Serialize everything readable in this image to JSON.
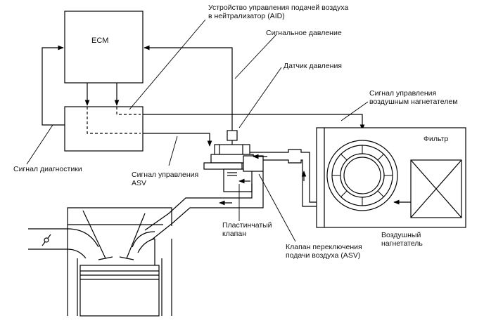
{
  "labels": {
    "ecm": "ECM",
    "aid_line1": "Устройство управления подачей воздуха",
    "aid_line2": "в нейтрализатор (AID)",
    "signal_pressure": "Сигнальное давление",
    "pressure_sensor": "Датчик давления",
    "blower_signal_line1": "Сигнал управления",
    "blower_signal_line2": "воздушным нагнетателем",
    "filter": "Фильтр",
    "diag_signal": "Сигнал диагностики",
    "asv_signal_line1": "Сигнал управления",
    "asv_signal_line2": "ASV",
    "reed_valve_line1": "Пластинчатый",
    "reed_valve_line2": "клапан",
    "blower_line1": "Воздушный",
    "blower_line2": "нагнетатель",
    "asv_line1": "Клапан переключения",
    "asv_line2": "подачи воздуха (ASV)"
  }
}
